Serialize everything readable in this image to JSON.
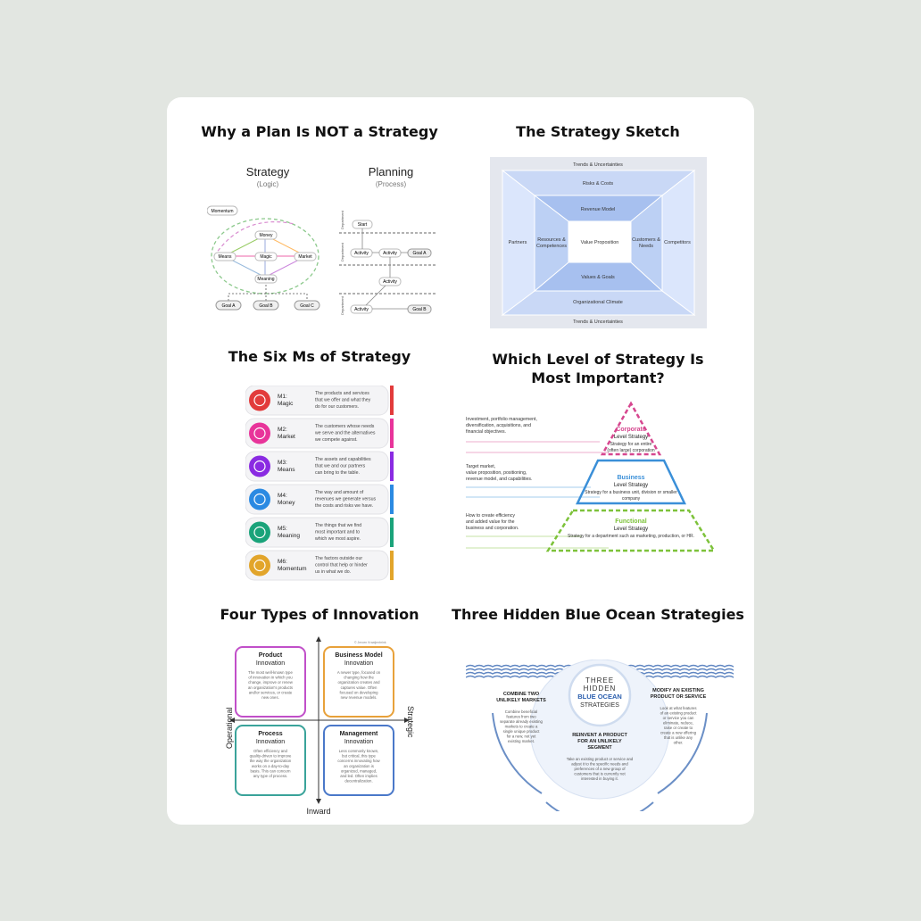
{
  "titles": {
    "plan": "Why a Plan Is NOT a Strategy",
    "sketch": "The Strategy Sketch",
    "sixms": "The Six Ms of Strategy",
    "level_l1": "Which Level of Strategy Is",
    "level_l2": "Most Important?",
    "innovation": "Four Types of Innovation",
    "blueocean": "Three Hidden Blue Ocean Strategies"
  },
  "plan": {
    "strategy": "Strategy",
    "strategy_sub": "(Logic)",
    "planning": "Planning",
    "planning_sub": "(Process)",
    "nodes": {
      "momentum": "Momentum",
      "money": "Money",
      "means": "Means",
      "magic": "Magic",
      "market": "Market",
      "meaning": "Meaning",
      "goal_a": "Goal A",
      "goal_b": "Goal B",
      "goal_c": "Goal C"
    },
    "process": {
      "start": "Start",
      "activity": "Activity",
      "goal_a": "Goal A",
      "goal_b": "Goal B",
      "department": "Department"
    }
  },
  "sketch": {
    "trends_top": "Trends & Uncertainties",
    "risks": "Risks & Costs",
    "revenue": "Revenue Model",
    "partners": "Partners",
    "resources": "Resources & Competences",
    "value_prop": "Value Proposition",
    "customers": "Customers & Needs",
    "competitors": "Competitors",
    "values": "Values & Goals",
    "climate": "Organizational Climate",
    "trends_bottom": "Trends & Uncertainties"
  },
  "sixms": [
    {
      "label": "M1:",
      "name": "Magic",
      "desc": [
        "The products and services",
        "that we offer and what they",
        "do for our customers."
      ],
      "color": "#e23b3b",
      "icon": "sparkle-icon"
    },
    {
      "label": "M2:",
      "name": "Market",
      "desc": [
        "The customers whose needs",
        "we serve and the alternatives",
        "we compete against."
      ],
      "color": "#e8349a",
      "icon": "store-icon"
    },
    {
      "label": "M3:",
      "name": "Means",
      "desc": [
        "The assets and capabilities",
        "that we and our partners",
        "can bring to the table."
      ],
      "color": "#8a2be2",
      "icon": "hand-icon"
    },
    {
      "label": "M4:",
      "name": "Money",
      "desc": [
        "The way and amount of",
        "revenues we generate versus",
        "the costs and risks we have."
      ],
      "color": "#2b8ae2",
      "icon": "money-bag-icon"
    },
    {
      "label": "M5:",
      "name": "Meaning",
      "desc": [
        "The things that we find",
        "most important and to",
        "which we most aspire."
      ],
      "color": "#1aa37a",
      "icon": "diamond-icon"
    },
    {
      "label": "M6:",
      "name": "Momentum",
      "desc": [
        "The factors outside our",
        "control that help or hinder",
        "us in what we do."
      ],
      "color": "#e2a52b",
      "icon": "tools-icon"
    }
  ],
  "levels": [
    {
      "name": "Corporate",
      "title": "Level Strategy",
      "desc1": "Strategy for an entire",
      "desc2": "(often large) corporation",
      "side": [
        "Investment, portfolio management,",
        "diversification, acquisitions, and",
        "financial objectives."
      ],
      "color": "#d6478f"
    },
    {
      "name": "Business",
      "title": "Level Strategy",
      "desc1": "Strategy for a business unit, division or smaller",
      "desc2": "company",
      "side": [
        "Target market,",
        "value proposition, positioning,",
        "revenue model, and capabilities."
      ],
      "color": "#3a8fd8"
    },
    {
      "name": "Functional",
      "title": "Level Strategy",
      "desc1": "Strategy for a department such as marketing, production, or HR.",
      "desc2": "",
      "side": [
        "How to create efficiency",
        "and added value for the",
        "business and corporation."
      ],
      "color": "#7dc23a"
    }
  ],
  "innovation": {
    "axis_left": "Operational",
    "axis_right": "Strategic",
    "axis_bottom": "Inward",
    "credit": "© Jeroen Kraaijenbrink",
    "quads": [
      {
        "t1": "Product",
        "t2": "Innovation",
        "desc": [
          "The most well-known type",
          "of innovation in which you",
          "change, improve or renew",
          "an organization's products",
          "and/or services, or create",
          "new ones."
        ],
        "color": "#c14fc9"
      },
      {
        "t1": "Business Model",
        "t2": "Innovation",
        "desc": [
          "A newer type, focused on",
          "changing how the",
          "organization creates and",
          "captures value. Often",
          "focused on developing",
          "new revenue models."
        ],
        "color": "#e8a13a"
      },
      {
        "t1": "Process",
        "t2": "Innovation",
        "desc": [
          "Often efficiency and",
          "quality-driven to improve",
          "the way the organization",
          "works on a day-to-day",
          "basis. This can concern",
          "any type of process."
        ],
        "color": "#3aa39a"
      },
      {
        "t1": "Management",
        "t2": "Innovation",
        "desc": [
          "Less commonly known,",
          "but critical, this type",
          "concerns innovating how",
          "an organization is",
          "organized, managed,",
          "and led. Often implies",
          "decentralization."
        ],
        "color": "#4a78c9"
      }
    ]
  },
  "blueocean": {
    "center": [
      "THREE",
      "HIDDEN"
    ],
    "center_blue": [
      "BLUE OCEAN"
    ],
    "center_end": "STRATEGIES",
    "left_title": [
      "COMBINE TWO",
      "UNLIKELY MARKETS"
    ],
    "left_desc": [
      "Combine beneficial",
      "features from two",
      "separate already existing",
      "markets to create a",
      "single unique product",
      "for a new, not yet",
      "existing market."
    ],
    "middle_title": [
      "REINVENT A PRODUCT",
      "FOR AN UNLIKELY",
      "SEGMENT"
    ],
    "middle_desc": [
      "Take an existing product or service and",
      "adjust it to the specific needs and",
      "preferences of a new group of",
      "customers that is currently not",
      "interested in buying it."
    ],
    "right_title": [
      "MODIFY AN EXISTING",
      "PRODUCT OR SERVICE"
    ],
    "right_desc": [
      "Look at what features",
      "of an existing product",
      "or service you can",
      "eliminate, reduce,",
      "raise or create to",
      "create a new offering",
      "that is unlike any",
      "other."
    ]
  }
}
